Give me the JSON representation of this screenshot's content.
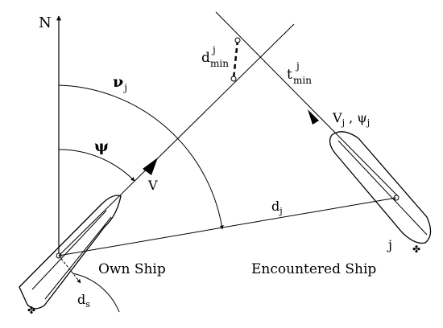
{
  "labels": {
    "north": "N",
    "nu": "ν",
    "nu_sub": "j",
    "psi": "ψ",
    "own_velocity": "V",
    "d_min_main": "d",
    "d_min_sub": "min",
    "d_min_sup": "j",
    "t_min_main": "t",
    "t_min_sub": "min",
    "t_min_sup": "j",
    "target_velocity_main": "V",
    "target_velocity_sub1": "j",
    "target_velocity_sep": " , ψ",
    "target_velocity_sub2": "j",
    "distance_main": "d",
    "distance_sub": "j",
    "safety_main": "d",
    "safety_sub": "s",
    "target_index": "j",
    "own_ship": "Own Ship",
    "encountered_ship": "Encountered Ship"
  }
}
